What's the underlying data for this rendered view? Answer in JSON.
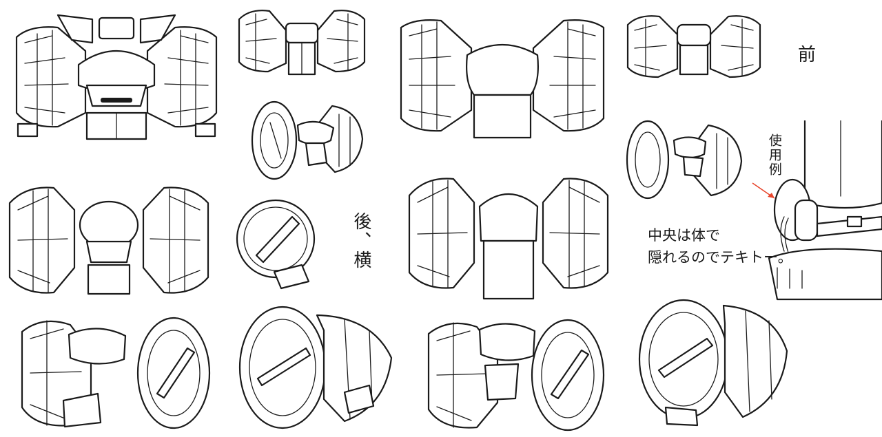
{
  "sheet": {
    "views": [
      {
        "id": "front-large",
        "kind": "front",
        "icon": "rover-front-icon"
      },
      {
        "id": "front-small",
        "kind": "front",
        "icon": "rover-front-icon"
      },
      {
        "id": "back-large",
        "kind": "back",
        "icon": "rover-back-icon"
      },
      {
        "id": "back-small",
        "kind": "back",
        "icon": "rover-back-icon"
      },
      {
        "id": "three-quarter-1",
        "kind": "three-quarter",
        "icon": "rover-angled-icon"
      },
      {
        "id": "three-quarter-2",
        "kind": "three-quarter",
        "icon": "rover-angled-icon"
      },
      {
        "id": "top-down",
        "kind": "top",
        "icon": "rover-top-icon"
      },
      {
        "id": "side-wheel",
        "kind": "side",
        "icon": "wheel-side-icon"
      },
      {
        "id": "top-back",
        "kind": "top",
        "icon": "rover-top-icon"
      },
      {
        "id": "perspective-1",
        "kind": "perspective",
        "icon": "rover-perspective-icon"
      },
      {
        "id": "perspective-2",
        "kind": "perspective",
        "icon": "rover-perspective-icon"
      },
      {
        "id": "perspective-3",
        "kind": "perspective",
        "icon": "rover-perspective-icon"
      },
      {
        "id": "perspective-4",
        "kind": "perspective",
        "icon": "wheel-perspective-icon"
      }
    ]
  },
  "labels": {
    "front": "前",
    "back_side": "後、横",
    "usage": "使用例"
  },
  "note": {
    "line1": "中央は体で",
    "line2": "隠れるのでテキトー。"
  },
  "usage_figure": {
    "icon": "usage-example-figure-icon",
    "arrow_icon": "pointer-arrow-icon",
    "arrow_color": "#e8452c"
  },
  "colors": {
    "ink": "#1a1a1a",
    "paper": "#ffffff",
    "accent": "#e8452c"
  }
}
